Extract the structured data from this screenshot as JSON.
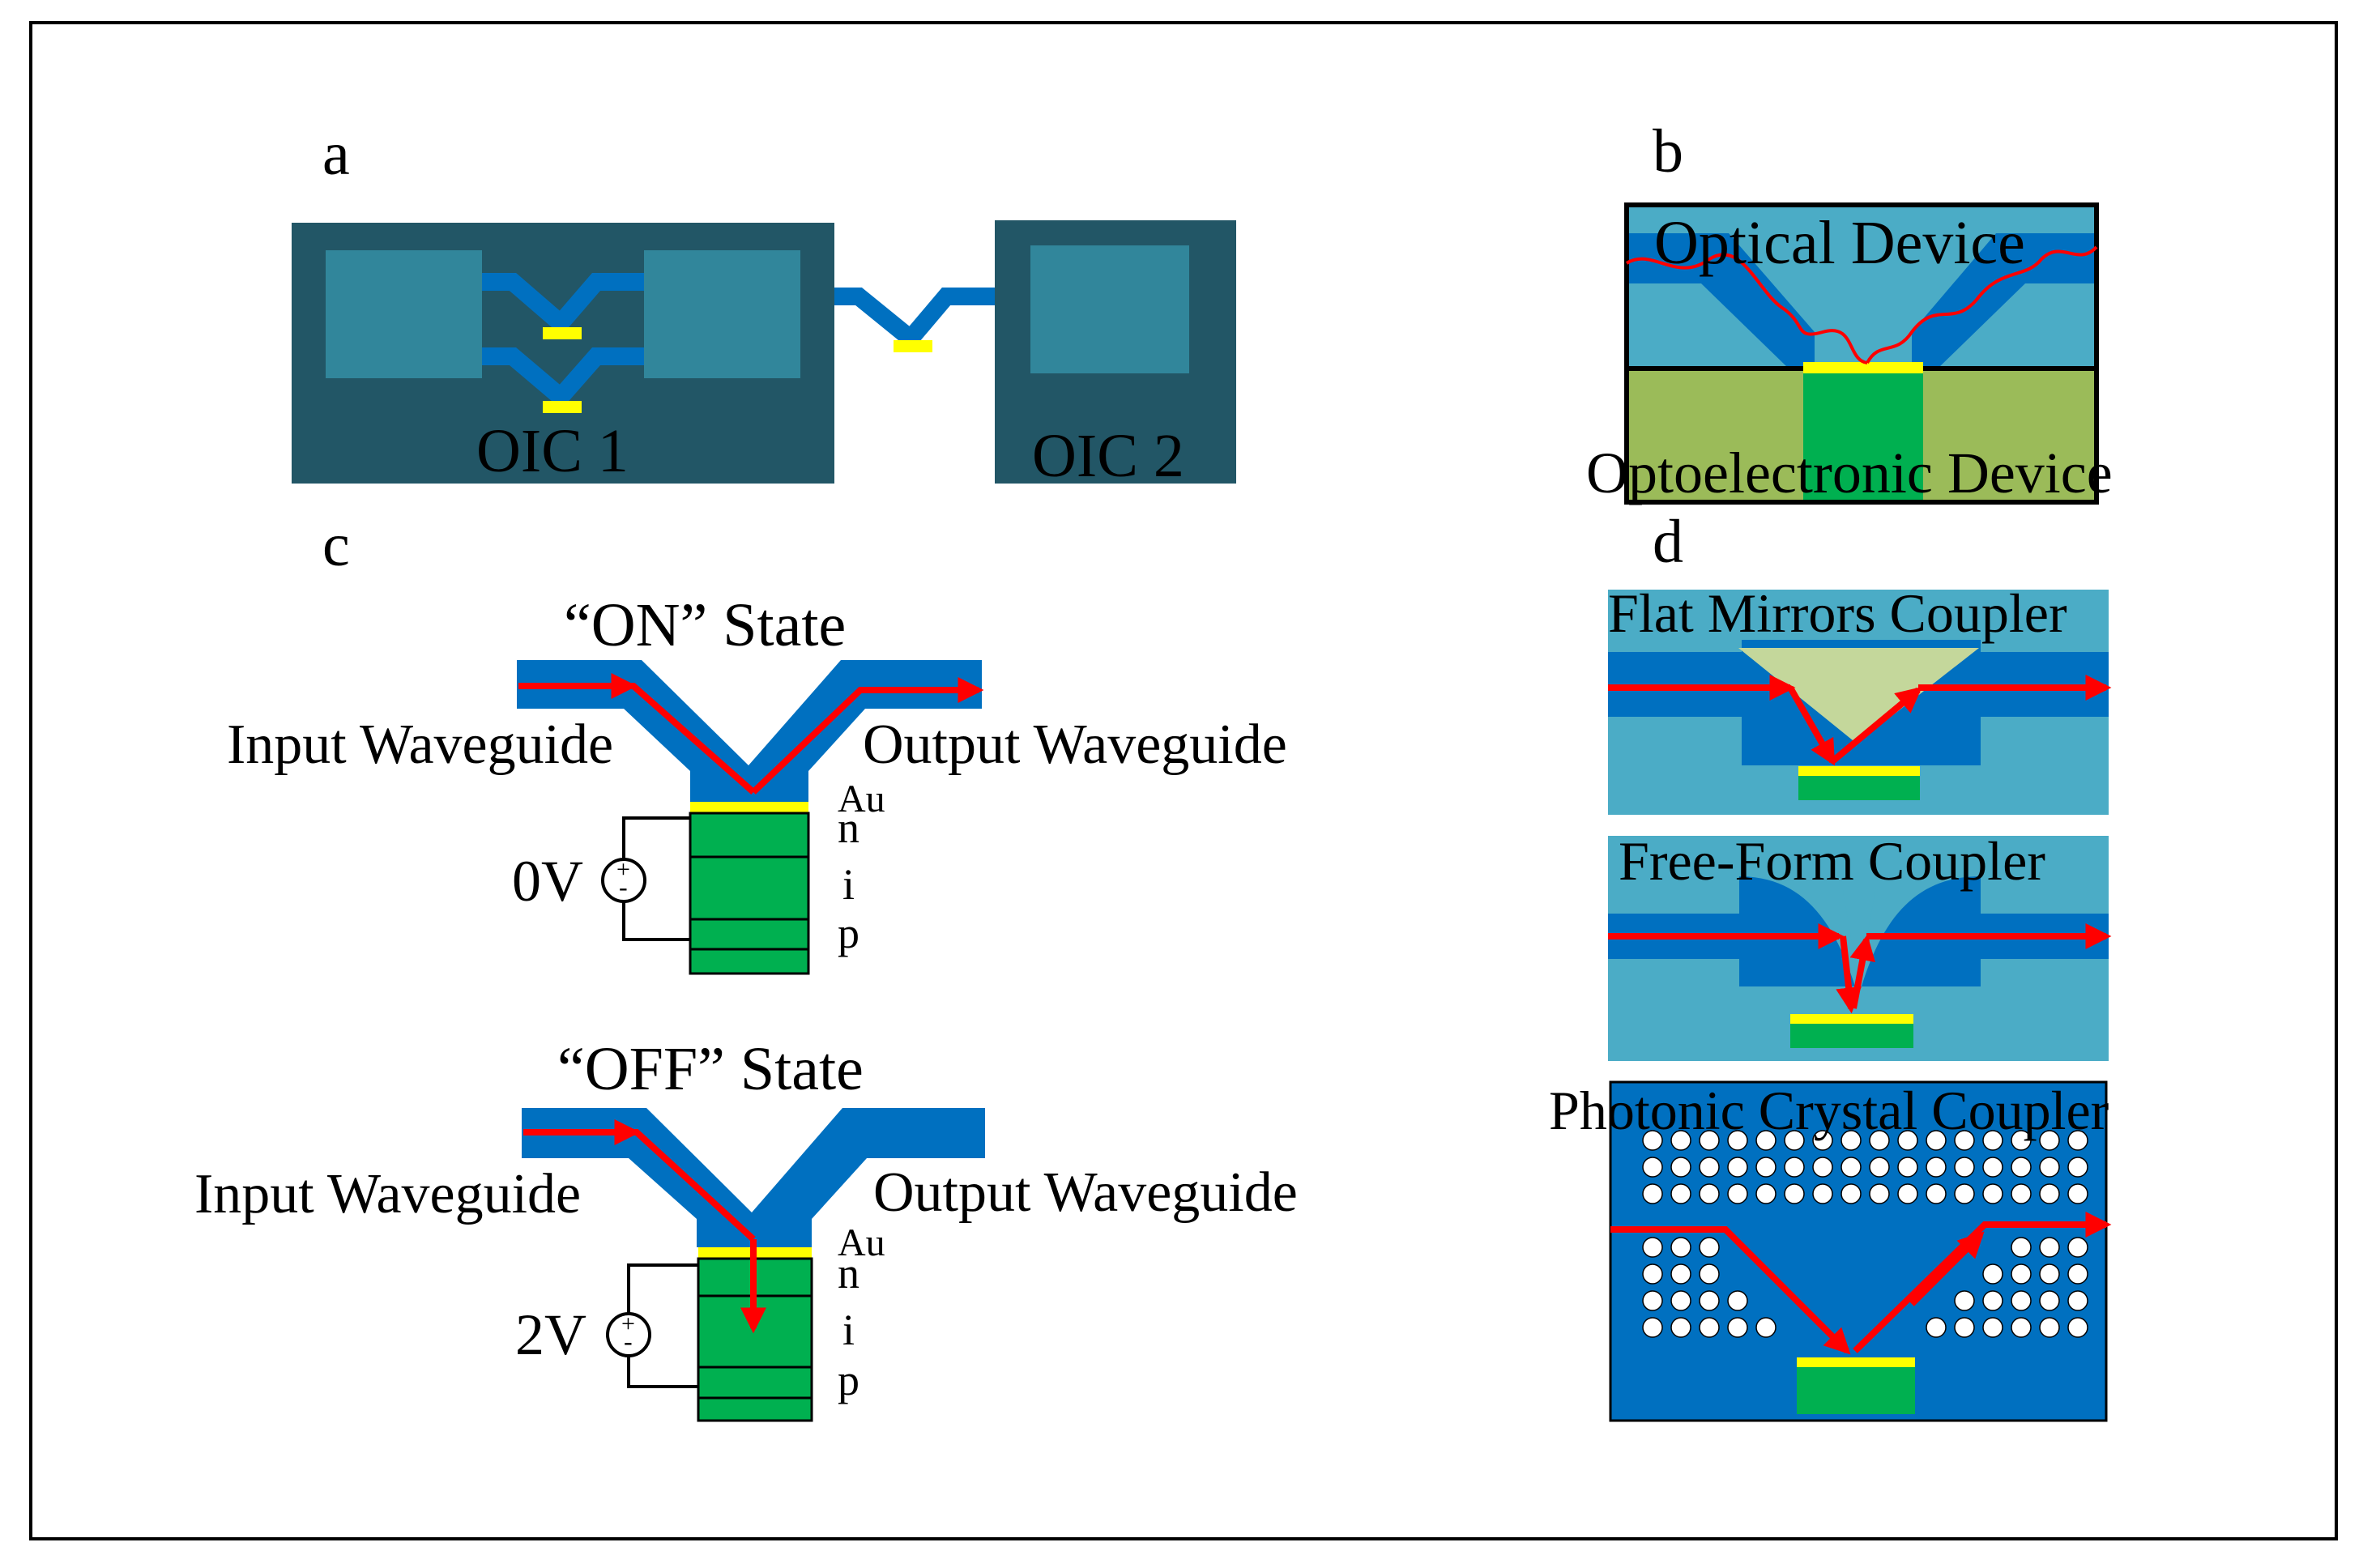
{
  "panel_labels": {
    "a": "a",
    "b": "b",
    "c": "c",
    "d": "d"
  },
  "panel_a": {
    "oic1": "OIC 1",
    "oic2": "OIC 2"
  },
  "panel_b": {
    "optical_device": "Optical Device",
    "optoelectronic_device": "Optoelectronic Device"
  },
  "panel_c": {
    "on_title": "“ON” State",
    "off_title": "“OFF” State",
    "input_waveguide": "Input Waveguide",
    "output_waveguide": "Output Waveguide",
    "on_voltage": "0V",
    "off_voltage": "2V",
    "layer_au": "Au",
    "layer_n": "n",
    "layer_i": "i",
    "layer_p": "p",
    "plus": "+",
    "minus": "-"
  },
  "panel_d": {
    "flat_mirrors": "Flat Mirrors Coupler",
    "free_form": "Free-Form Coupler",
    "photonic_crystal": "Photonic Crystal Coupler"
  },
  "colors": {
    "chip_dark": "#225666",
    "chip_block": "#31869B",
    "waveguide": "#0070C0",
    "cladding": "#4BACC6",
    "detector_green": "#00B050",
    "gold_yellow": "#FFFF00",
    "light_path": "#FF0000",
    "optoelectronic_bg": "#9BBB59",
    "mirror_fill": "#C4D79B"
  }
}
